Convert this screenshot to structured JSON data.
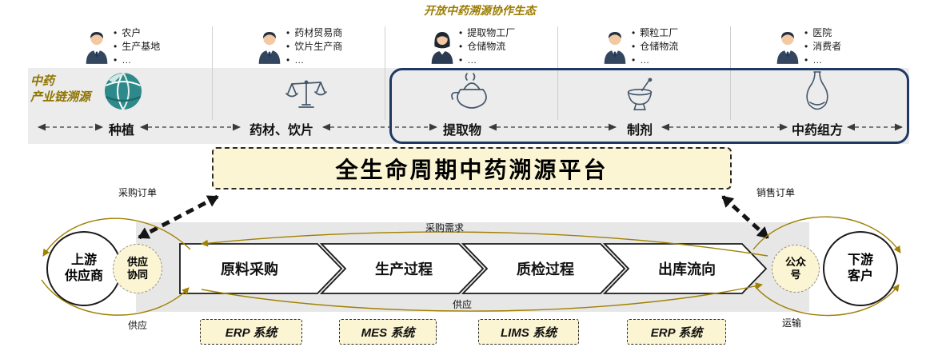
{
  "title": "开放中药溯源协作生态",
  "stakeholders": [
    {
      "items": [
        "农户",
        "生产基地",
        "…"
      ]
    },
    {
      "items": [
        "药材贸易商",
        "饮片生产商",
        "…"
      ]
    },
    {
      "items": [
        "提取物工厂",
        "仓储物流",
        "…"
      ]
    },
    {
      "items": [
        "颗粒工厂",
        "仓储物流",
        "…"
      ]
    },
    {
      "items": [
        "医院",
        "消费者",
        "…"
      ]
    }
  ],
  "chain": {
    "label": [
      "中药",
      "产业链溯源"
    ],
    "stages": [
      "种植",
      "药材、饮片",
      "提取物",
      "制剂",
      "中药组方"
    ]
  },
  "platform": {
    "title": "全生命周期中药溯源平台"
  },
  "order_labels": {
    "purchase": "采购订单",
    "sales": "销售订单"
  },
  "flow": {
    "upstream": [
      "上游",
      "供应商"
    ],
    "supply_synergy": [
      "供应",
      "协同"
    ],
    "public_account": [
      "公众",
      "号"
    ],
    "downstream": [
      "下游",
      "客户"
    ],
    "steps": [
      "原料采购",
      "生产过程",
      "质检过程",
      "出库流向"
    ],
    "labels": {
      "demand": "采购需求",
      "supply": "供应",
      "supply_left": "供应",
      "transport": "运输"
    }
  },
  "systems": [
    "ERP 系统",
    "MES 系统",
    "LIMS 系统",
    "ERP 系统"
  ],
  "icons": {
    "stage_icons": [
      "trace-sphere-icon",
      "balance-scale-icon",
      "kettle-icon",
      "mortar-pestle-icon",
      "gourd-flask-icon"
    ],
    "person_icons": [
      "person-icon",
      "person-icon",
      "person-icon-female",
      "person-icon",
      "person-icon"
    ]
  },
  "colors": {
    "accent_olive": "#9C7C00",
    "navy_border": "#1F3864",
    "light_yellow": "#FCF5D3",
    "band_gray": "#ECECEC",
    "teal": "#2E8A8A"
  }
}
